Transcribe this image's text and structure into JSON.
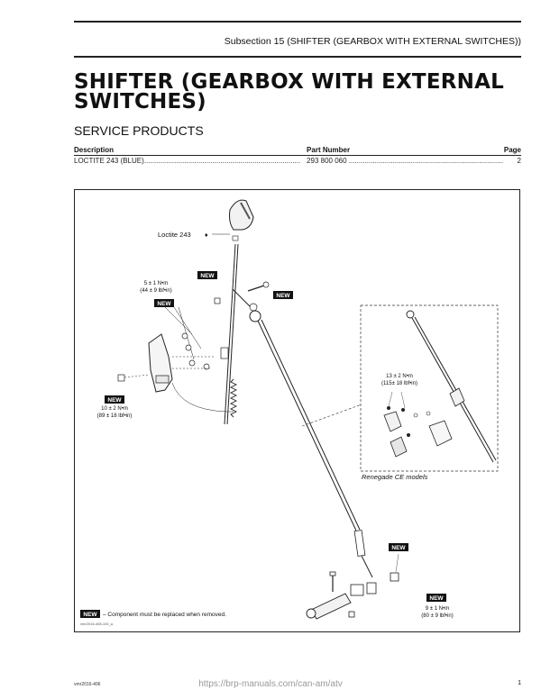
{
  "header": {
    "subsection": "Subsection 15   (SHIFTER (GEARBOX WITH EXTERNAL SWITCHES))"
  },
  "title": "SHIFTER (GEARBOX WITH EXTERNAL SWITCHES)",
  "service_products": {
    "heading": "SERVICE PRODUCTS",
    "columns": {
      "description": "Description",
      "part_number": "Part Number",
      "page": "Page"
    },
    "rows": [
      {
        "description": "LOCTITE 243 (BLUE)",
        "part_number": "293 800 060",
        "page": "2"
      }
    ]
  },
  "figure": {
    "loctite_label": "Loctite 243",
    "new_badge": "NEW",
    "torque_top_1": "5 ± 1 N•m",
    "torque_top_2": "(44 ± 9 lbf•in)",
    "torque_left_1": "10 ± 2 N•m",
    "torque_left_2": "(89 ± 18 lbf•in)",
    "torque_inset_1": "13 ± 2 N•m",
    "torque_inset_2": "(115± 18 lbf•in)",
    "torque_bottom_1": "9 ± 1 N•m",
    "torque_bottom_2": "(80 ± 9 lbf•in)",
    "inset_caption": "Renegade CE models",
    "legend_text": "– Component must be replaced when removed.",
    "figure_code": "vmr2016-408-100_a"
  },
  "footer": {
    "doc_code": "vmr2016-406",
    "url": "https://brp-manuals.com/can-am/atv",
    "page_number": "1"
  }
}
